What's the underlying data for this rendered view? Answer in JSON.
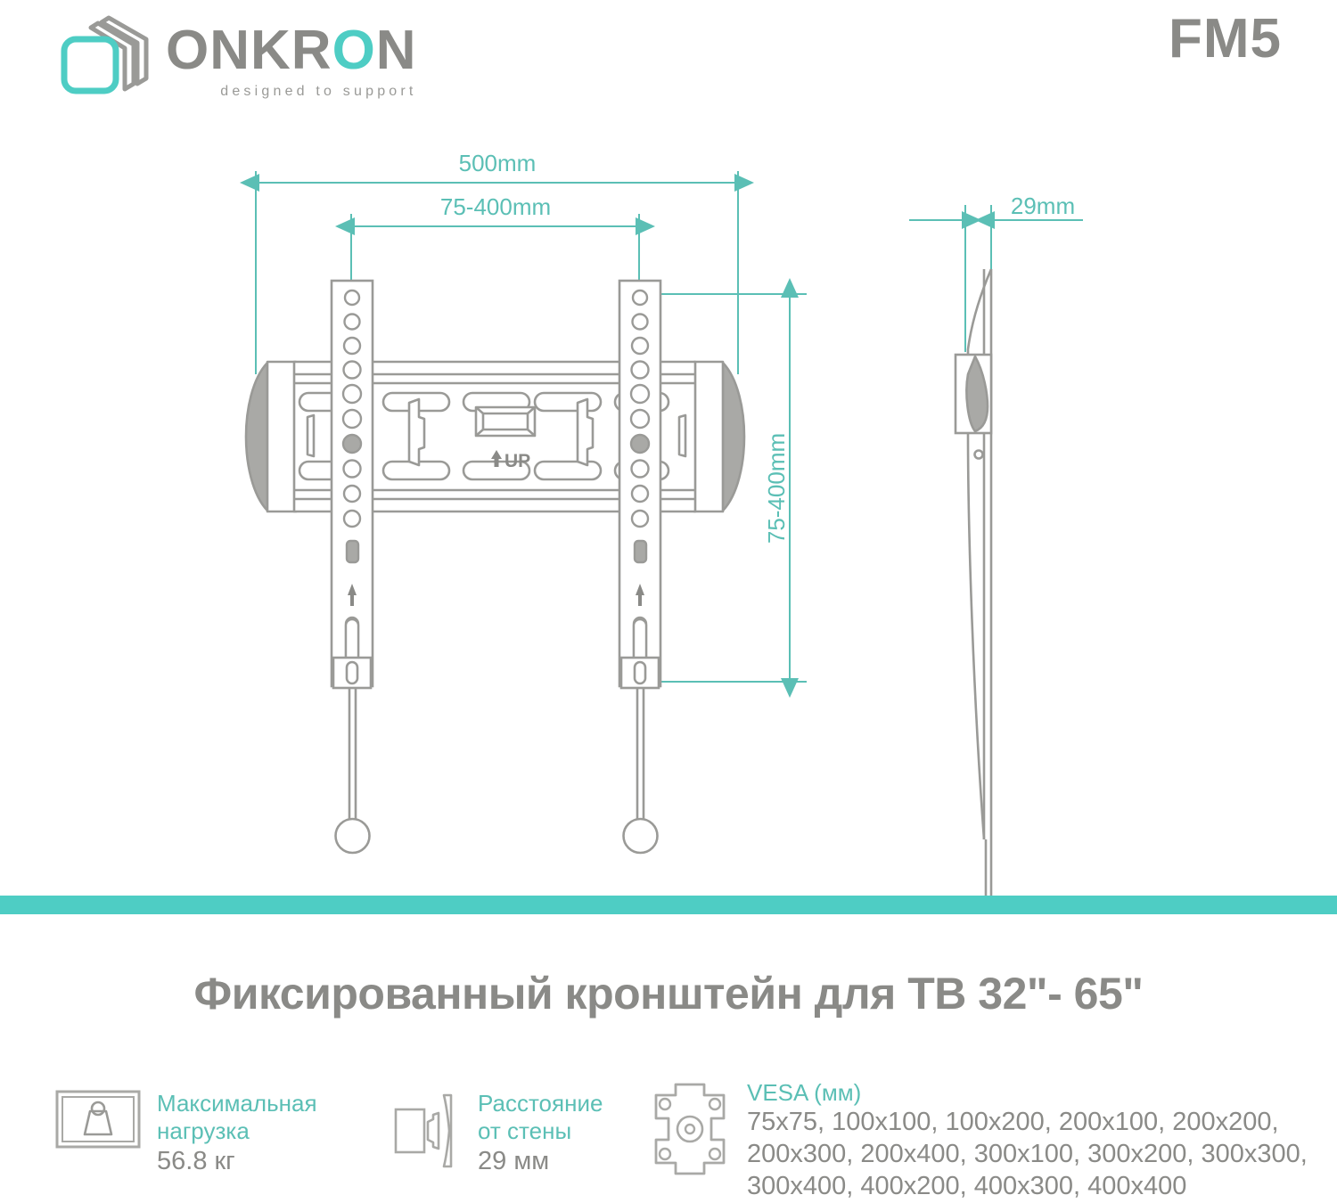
{
  "brand": {
    "name_part1": "ONKR",
    "name_teal": "O",
    "name_part2": "N",
    "tagline": "designed to support",
    "logo_icon": "onkron-cube-logo",
    "teal": "#4ecdc4",
    "gray": "#8a8a87"
  },
  "model": "FM5",
  "drawing": {
    "dimensions": {
      "width_overall": "500mm",
      "width_inner": "75-400mm",
      "height_vertical": "75-400mm",
      "depth": "29mm"
    },
    "labels": {
      "level_up": "UP"
    }
  },
  "title": "Фиксированный кронштейн для ТВ 32\"- 65\"",
  "specs": [
    {
      "icon": "max-load-icon",
      "label_line1": "Максимальная",
      "label_line2": "нагрузка",
      "value": "56.8 кг"
    },
    {
      "icon": "wall-distance-icon",
      "label_line1": "Расстояние",
      "label_line2": "от стены",
      "value": "29 мм"
    }
  ],
  "vesa": {
    "icon": "vesa-plate-icon",
    "label": "VESA (мм)",
    "lines": [
      "75x75, 100x100, 100x200, 200x100, 200x200,",
      "200x300, 200x400, 300x100, 300x200, 300x300,",
      "300x400, 400x200, 400x300, 400x400"
    ]
  }
}
